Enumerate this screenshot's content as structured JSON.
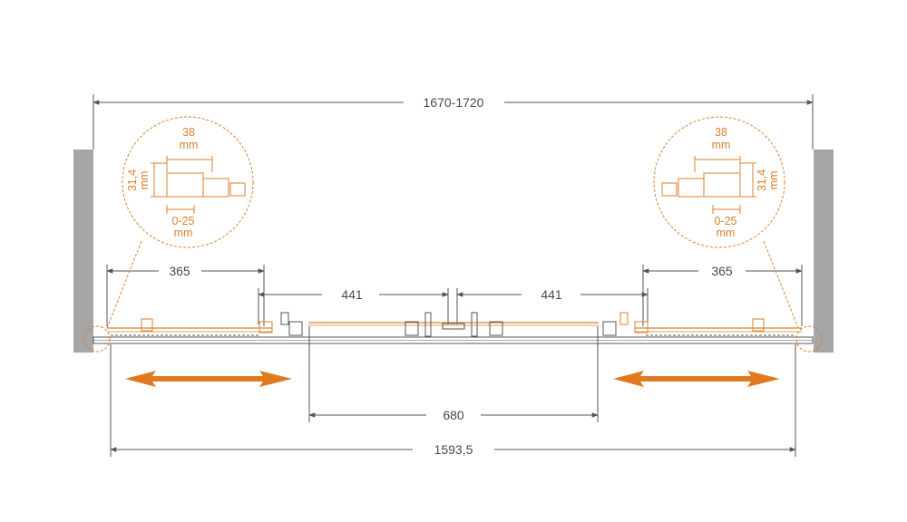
{
  "colors": {
    "accent": "#d9822b",
    "arrow": "#e07a1f",
    "wall": "#a6a6a6",
    "line": "#555555",
    "text": "#4a4a4a"
  },
  "dimensions": {
    "overall_opening": "1670-1720",
    "left_panel": "365",
    "left_door": "441",
    "right_door": "441",
    "right_panel": "365",
    "passage": "680",
    "total_width": "1593,5"
  },
  "detail_left": {
    "profile_width": [
      "38",
      "mm"
    ],
    "profile_height": [
      "31,4",
      "mm"
    ],
    "adjustment": [
      "0-25",
      "mm"
    ]
  },
  "detail_right": {
    "profile_width": [
      "38",
      "mm"
    ],
    "profile_height": [
      "31,4",
      "mm"
    ],
    "adjustment": [
      "0-25",
      "mm"
    ]
  },
  "icons": {
    "left_arrow": "double-headed-arrow-icon",
    "right_arrow": "double-headed-arrow-icon"
  }
}
